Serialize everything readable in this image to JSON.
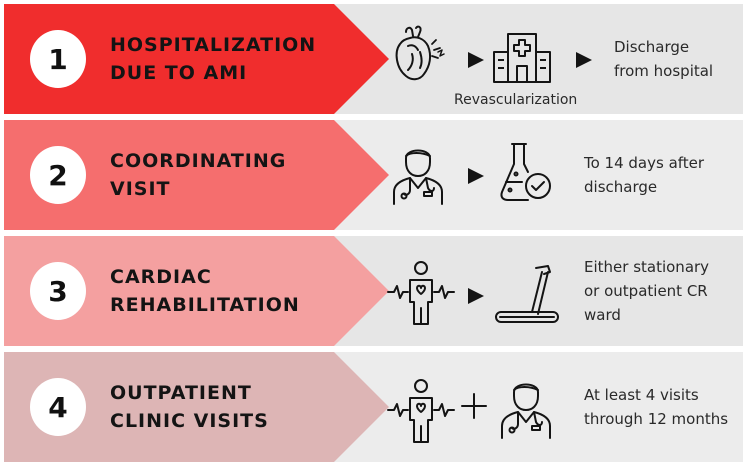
{
  "colors": {
    "step1": "#f02d2d",
    "step2": "#f56e6e",
    "step3": "#f4a0a0",
    "step4": "#ddb5b5",
    "panel": "#e8e8e8",
    "ink": "#141414"
  },
  "steps": [
    {
      "number": "1",
      "title_line1": "HOSPITALIZATION",
      "title_line2": "DUE TO AMI",
      "icons": [
        "heart-icon",
        "arrow-right-icon",
        "hospital-icon",
        "arrow-right-icon"
      ],
      "icon_caption": "Revascularization",
      "desc_line1": "Discharge",
      "desc_line2": "from hospital",
      "desc_line3": ""
    },
    {
      "number": "2",
      "title_line1": "COORDINATING",
      "title_line2": "VISIT",
      "icons": [
        "doctor-icon",
        "arrow-right-icon",
        "lab-flask-icon"
      ],
      "desc_line1": "To 14 days after",
      "desc_line2": "discharge",
      "desc_line3": ""
    },
    {
      "number": "3",
      "title_line1": "CARDIAC",
      "title_line2": "REHABILITATION",
      "icons": [
        "patient-heartbeat-icon",
        "arrow-right-icon",
        "treadmill-icon"
      ],
      "desc_line1": "Either stationary",
      "desc_line2": "or outpatient CR",
      "desc_line3": "ward"
    },
    {
      "number": "4",
      "title_line1": "OUTPATIENT",
      "title_line2": "CLINIC VISITS",
      "icons": [
        "patient-heartbeat-icon",
        "plus-icon",
        "doctor-icon"
      ],
      "desc_line1": "At least 4 visits",
      "desc_line2": "through 12 months",
      "desc_line3": ""
    }
  ]
}
